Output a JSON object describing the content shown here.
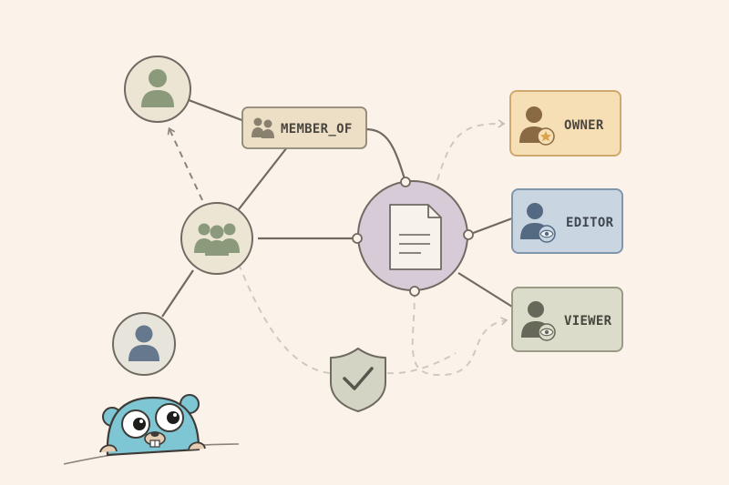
{
  "edge_label": "MEMBER_OF",
  "roles": [
    {
      "label": "OWNER",
      "fill": "#f6dfb4",
      "stroke": "#d9b27a",
      "icon_color": "#8a6a42",
      "badge": "star-icon"
    },
    {
      "label": "EDITOR",
      "fill": "#c9d6e2",
      "stroke": "#7f97ad",
      "icon_color": "#536a82",
      "badge": "eye-icon"
    },
    {
      "label": "VIEWER",
      "fill": "#dcdccb",
      "stroke": "#9a9a86",
      "icon_color": "#66685a",
      "badge": "eye-icon"
    }
  ],
  "colors": {
    "background": "#fbf3ea",
    "line": "#6f6a62",
    "dashed": "#c9c3b8",
    "user_top": "#8a9a7a",
    "user_bottom": "#65788e",
    "group": "#8a9a7a",
    "resource": "#d8cbd8",
    "shield": "#d3d4c3",
    "gopher": "#7ec6d4"
  },
  "icons": [
    "user-icon",
    "group-icon",
    "document-icon",
    "shield-check-icon",
    "gopher-mascot"
  ]
}
